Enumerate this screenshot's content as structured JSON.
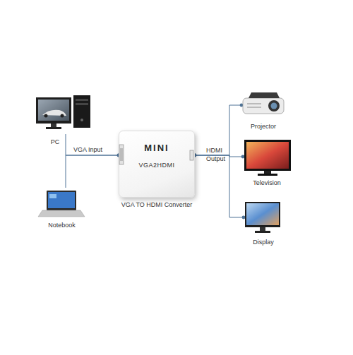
{
  "diagram": {
    "nodes": [
      {
        "text": [
          "PC"
        ]
      },
      {
        "text": [
          "Notebook"
        ]
      },
      {
        "text": [
          "MINI",
          "VGA2HDMI",
          "VGA TO HDMI Converter"
        ]
      },
      {
        "text": [
          "Projector"
        ]
      },
      {
        "text": [
          "Television"
        ]
      },
      {
        "text": [
          "Display"
        ]
      }
    ],
    "edges": [
      {
        "from": 0,
        "to": 2,
        "arrow": "none"
      },
      {
        "from": 1,
        "to": 2,
        "arrow": "none"
      },
      {
        "from": 2,
        "to": 3,
        "arrow": "none"
      },
      {
        "from": 2,
        "to": 4,
        "arrow": "none"
      },
      {
        "from": 2,
        "to": 5,
        "arrow": "none"
      }
    ],
    "labels": [
      "VGA Input",
      "HDMI Output"
    ]
  }
}
